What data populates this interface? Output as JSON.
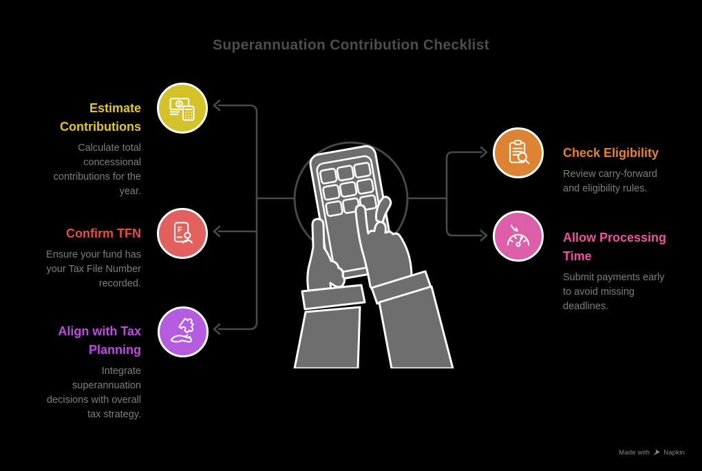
{
  "title": "Superannuation Contribution Checklist",
  "colors": {
    "background": "#000000",
    "title_text": "#4d4d4d",
    "description_text": "#7e7e7e",
    "connector": "#4a4a4a",
    "illustration_fill": "#6e6e6e",
    "illustration_outline": "#ffffff",
    "background_circle": "#474747",
    "footer_text": "#8a8a8a"
  },
  "center": {
    "illustration": "hands-tapping-calculator-phone"
  },
  "items": [
    {
      "id": "estimate-contributions",
      "side": "left",
      "title": "Estimate\nContributions",
      "description": "Calculate total\nconcessional\ncontributions for the\nyear.",
      "color": "#e0c822",
      "badge_color": "#d4c22a",
      "icon": "money-calculator-icon"
    },
    {
      "id": "confirm-tfn",
      "side": "left",
      "title": "Confirm TFN",
      "description": "Ensure your fund has\nyour Tax File Number\nrecorded.",
      "color": "#ea4b44",
      "badge_color": "#e2615e",
      "icon": "tfn-card-person-icon"
    },
    {
      "id": "align-with-tax-planning",
      "side": "left",
      "title": "Align with Tax\nPlanning",
      "description": "Integrate\nsuperannuation\ndecisions with overall\ntax strategy.",
      "color": "#bd4ce2",
      "badge_color": "#b55ce0",
      "icon": "hand-puzzle-icon"
    },
    {
      "id": "check-eligibility",
      "side": "right",
      "title": "Check Eligibility",
      "description": "Review carry-forward\nand eligibility rules.",
      "color": "#e5822d",
      "badge_color": "#dd8434",
      "icon": "clipboard-search-icon"
    },
    {
      "id": "allow-processing-time",
      "side": "right",
      "title": "Allow Processing\nTime",
      "description": "Submit payments early\nto avoid missing\ndeadlines.",
      "color": "#e9549f",
      "badge_color": "#dd5fa9",
      "icon": "gauge-arrow-icon"
    }
  ],
  "footer": {
    "made_with": "Made with",
    "brand": "Napkin"
  }
}
